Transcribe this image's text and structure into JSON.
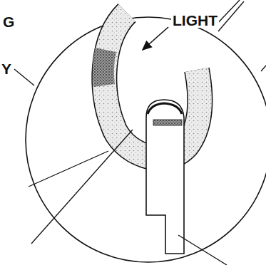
{
  "diagram": {
    "labels": [
      "G",
      "Y",
      "LIGHT"
    ]
  }
}
